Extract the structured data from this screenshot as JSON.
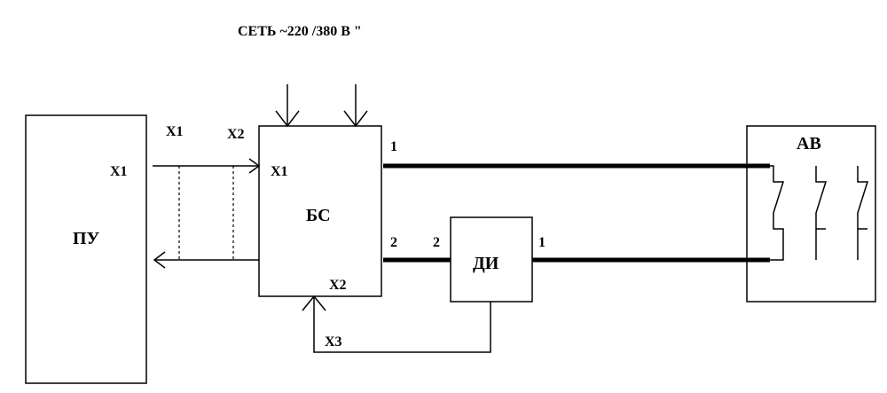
{
  "diagram": {
    "network_label": "СЕТЬ ~220 /380 В \"",
    "blocks": {
      "pu": {
        "label": "ПУ",
        "port_x1": "X1"
      },
      "bs": {
        "label": "БС",
        "port_x1": "X1",
        "port_x2": "X2",
        "out_1": "1",
        "out_2": "2"
      },
      "di": {
        "label": "ДИ",
        "in_2": "2",
        "out_1": "1"
      },
      "av": {
        "label": "АВ"
      }
    },
    "cable_labels": {
      "x1": "X1",
      "x2": "X2",
      "x3": "X3"
    }
  }
}
